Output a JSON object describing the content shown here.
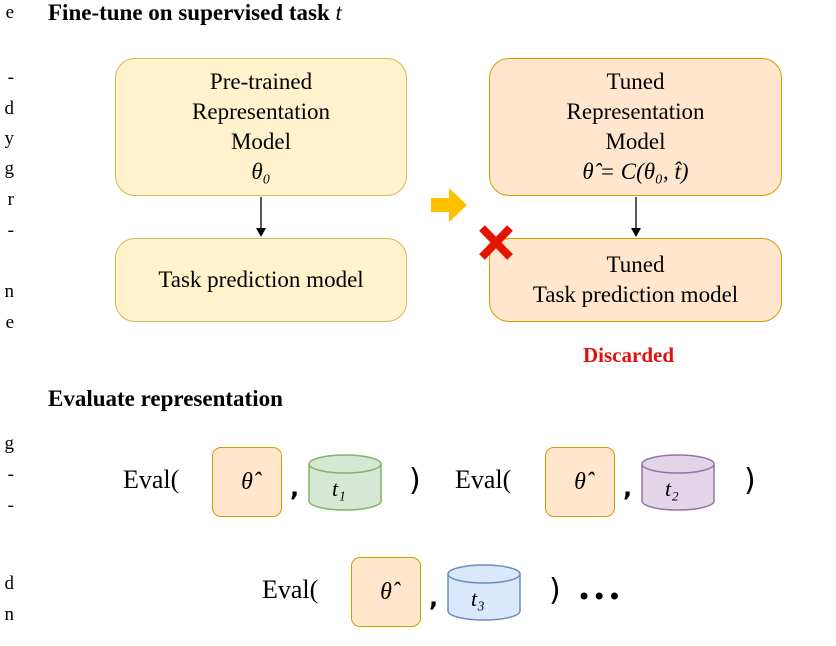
{
  "margin_text": [
    "e",
    "-",
    "d",
    "y",
    "g",
    "r",
    "-",
    "n",
    "e",
    "g",
    "-",
    "-",
    "d",
    "n"
  ],
  "headings": {
    "finetune_prefix": "Fine-tune on supervised task ",
    "finetune_var": "t",
    "evaluate": "Evaluate representation"
  },
  "left_top_box": {
    "lines": [
      "Pre-trained",
      "Representation",
      "Model",
      "θ₀"
    ]
  },
  "left_bottom_box": {
    "label": "Task prediction model"
  },
  "right_top_box": {
    "lines": [
      "Tuned",
      "Representation",
      "Model",
      "θ̂ = C(θ₀, t̂)"
    ]
  },
  "right_bottom_box": {
    "lines": [
      "Tuned",
      "Task prediction model"
    ]
  },
  "discarded_label": "Discarded",
  "eval": {
    "word": "Eval(",
    "close": ")",
    "comma": ",",
    "theta": "θ̂",
    "tasks": [
      {
        "label": "t₁",
        "fill": "#d5e8d4",
        "stroke": "#82b366"
      },
      {
        "label": "t₂",
        "fill": "#e1d5e7",
        "stroke": "#9673a6"
      },
      {
        "label": "t₃",
        "fill": "#dae8fc",
        "stroke": "#6c8ebf"
      }
    ],
    "ellipsis": "•••"
  },
  "colors": {
    "yellow_fill": "#fff2cc",
    "yellow_stroke": "#d6b656",
    "orange_fill": "#ffe6cc",
    "orange_stroke": "#d79b00",
    "arrow": "#ffc000",
    "cross": "#e51400",
    "discarded": "#e01010"
  },
  "icons": {
    "transition": "right-arrow-icon",
    "discard": "cross-icon"
  }
}
